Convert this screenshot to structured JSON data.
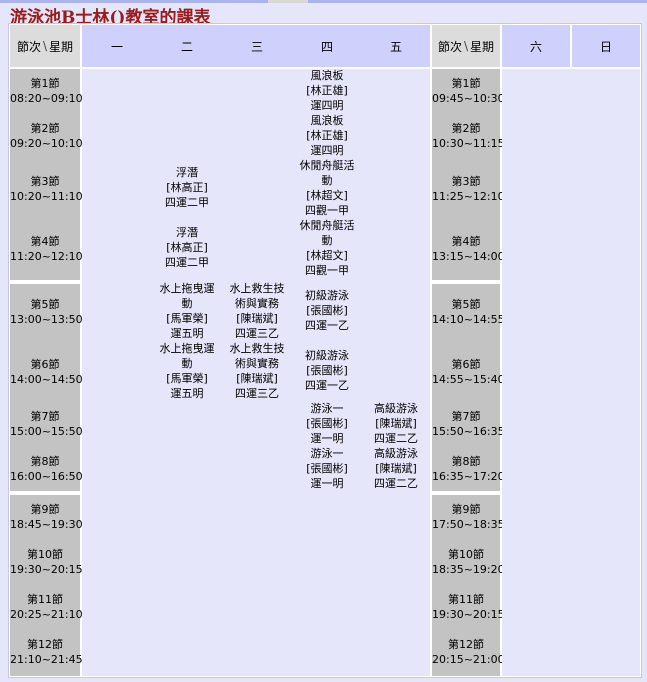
{
  "title": "游泳池B士林()教室的課表",
  "header": {
    "period_label": "節次",
    "weekday_label": "星期",
    "days": [
      "一",
      "二",
      "三",
      "四",
      "五",
      "六",
      "日"
    ]
  },
  "periods_left": [
    {
      "name": "第1節",
      "time": "08:20~09:10"
    },
    {
      "name": "第2節",
      "time": "09:20~10:10"
    },
    {
      "name": "第3節",
      "time": "10:20~11:10"
    },
    {
      "name": "第4節",
      "time": "11:20~12:10"
    },
    {
      "name": "第5節",
      "time": "13:00~13:50"
    },
    {
      "name": "第6節",
      "time": "14:00~14:50"
    },
    {
      "name": "第7節",
      "time": "15:00~15:50"
    },
    {
      "name": "第8節",
      "time": "16:00~16:50"
    },
    {
      "name": "第9節",
      "time": "18:45~19:30"
    },
    {
      "name": "第10節",
      "time": "19:30~20:15"
    },
    {
      "name": "第11節",
      "time": "20:25~21:10"
    },
    {
      "name": "第12節",
      "time": "21:10~21:45"
    }
  ],
  "periods_right": [
    {
      "name": "第1節",
      "time": "09:45~10:30"
    },
    {
      "name": "第2節",
      "time": "10:30~11:15"
    },
    {
      "name": "第3節",
      "time": "11:25~12:10"
    },
    {
      "name": "第4節",
      "time": "13:15~14:00"
    },
    {
      "name": "第5節",
      "time": "14:10~14:55"
    },
    {
      "name": "第6節",
      "time": "14:55~15:40"
    },
    {
      "name": "第7節",
      "time": "15:50~16:35"
    },
    {
      "name": "第8節",
      "time": "16:35~17:20"
    },
    {
      "name": "第9節",
      "time": "17:50~18:35"
    },
    {
      "name": "第10節",
      "time": "18:35~19:20"
    },
    {
      "name": "第11節",
      "time": "19:30~20:15"
    },
    {
      "name": "第12節",
      "time": "20:15~21:00"
    }
  ],
  "courses": {
    "tue_p3": [
      "浮潛",
      "[林高正]",
      "四運二甲"
    ],
    "tue_p4": [
      "浮潛",
      "[林高正]",
      "四運二甲"
    ],
    "tue_p5": [
      "水上拖曳運",
      "動",
      "[馬軍榮]",
      "運五明"
    ],
    "tue_p6": [
      "水上拖曳運",
      "動",
      "[馬軍榮]",
      "運五明"
    ],
    "wed_p5": [
      "水上救生技",
      "術與實務",
      "[陳瑞斌]",
      "四運三乙"
    ],
    "wed_p6": [
      "水上救生技",
      "術與實務",
      "[陳瑞斌]",
      "四運三乙"
    ],
    "thu_p1": [
      "風浪板",
      "[林正雄]",
      "運四明"
    ],
    "thu_p2": [
      "風浪板",
      "[林正雄]",
      "運四明"
    ],
    "thu_p3": [
      "休閒舟艇活",
      "動",
      "[林超文]",
      "四觀一甲"
    ],
    "thu_p4": [
      "休閒舟艇活",
      "動",
      "[林超文]",
      "四觀一甲"
    ],
    "thu_p5": [
      "初級游泳",
      "[張國彬]",
      "四運一乙"
    ],
    "thu_p6": [
      "初級游泳",
      "[張國彬]",
      "四運一乙"
    ],
    "thu_p7": [
      "游泳一",
      "[張國彬]",
      "運一明"
    ],
    "thu_p8": [
      "游泳一",
      "[張國彬]",
      "運一明"
    ],
    "fri_p7": [
      "高級游泳",
      "[陳瑞斌]",
      "四運二乙"
    ],
    "fri_p8": [
      "高級游泳",
      "[陳瑞斌]",
      "四運二乙"
    ]
  }
}
